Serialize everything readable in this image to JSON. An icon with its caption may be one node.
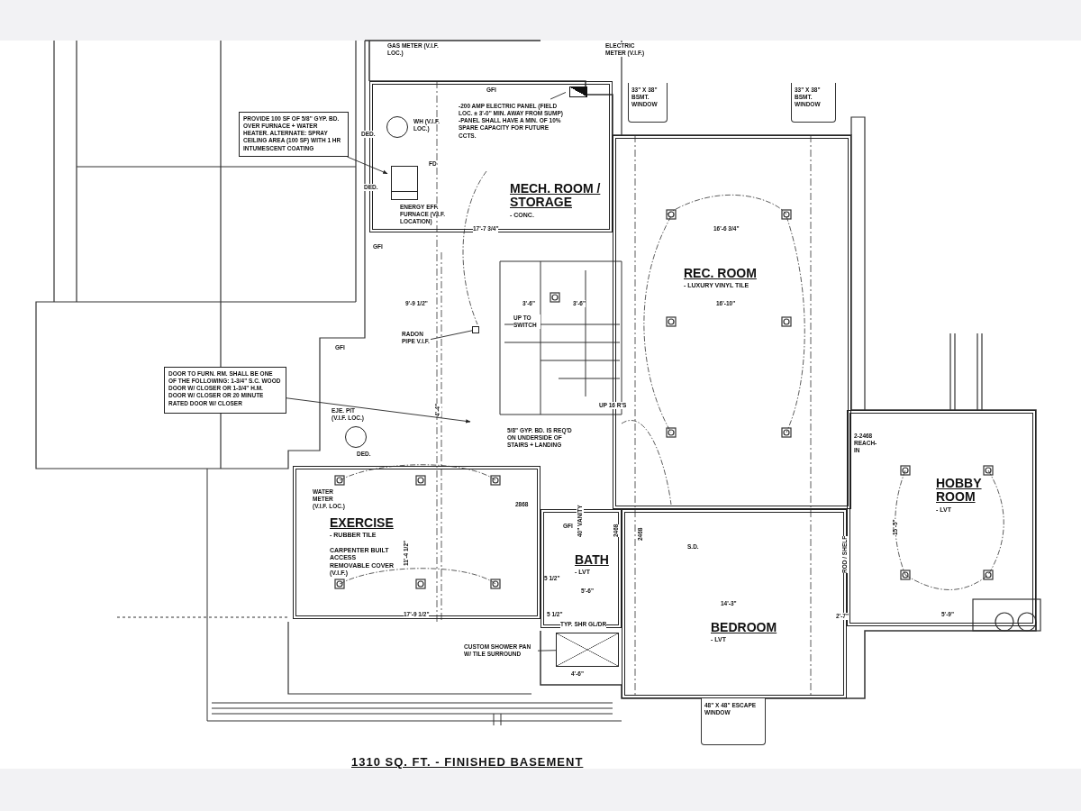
{
  "diagram": {
    "caption": "1310 SQ. FT. - FINISHED BASEMENT",
    "nodes": [
      {
        "text": [
          "MECH. ROOM / STORAGE",
          "- CONC."
        ]
      },
      {
        "text": [
          "REC. ROOM",
          "- LUXURY VINYL TILE"
        ]
      },
      {
        "text": [
          "EXERCISE",
          "- RUBBER TILE",
          "CARPENTER BUILT ACCESS REMOVABLE COVER (V.I.F.)"
        ]
      },
      {
        "text": [
          "BATH",
          "- LVT"
        ]
      },
      {
        "text": [
          "BEDROOM",
          "- LVT"
        ]
      },
      {
        "text": [
          "HOBBY ROOM",
          "- LVT"
        ]
      },
      {
        "text": [
          "PROVIDE 100 SF OF 5/8\" GYP. BD. OVER FURNACE + WATER HEATER. ALTERNATE: SPRAY CEILING AREA (100 SF) WITH 1 HR INTUMESCENT COATING"
        ]
      },
      {
        "text": [],
        "shape": "box",
        "in": 0,
        "beside": [
          "ENERGY EFF. FURNACE (V.I.F. LOCATION)"
        ]
      },
      {
        "text": [
          "DOOR TO FURN. RM. SHALL BE ONE OF THE FOLLOWING: 1-3/4\" S.C. WOOD DOOR W/ CLOSER OR 1-3/4\" H.M. DOOR W/ CLOSER OR 20 MINUTE RATED DOOR W/ CLOSER"
        ]
      },
      {
        "text": [
          "48\" X 48\" ESCAPE WINDOW"
        ]
      },
      {
        "text": [
          "33\" X 38\" BSMT. WINDOW"
        ]
      },
      {
        "text": [
          "33\" X 38\" BSMT. WINDOW"
        ]
      },
      {
        "text": [],
        "shape": "circle",
        "in": 0,
        "beside": [
          "WH (V.I.F. LOC.)"
        ]
      },
      {
        "text": [],
        "shape": "circle",
        "beside": [
          "EJE. PIT (V.I.F. LOC.)"
        ]
      },
      {
        "text": [],
        "shape": "box",
        "in": 0
      },
      {
        "text": [
          "-200 AMP ELECTRIC PANEL (FIELD LOC. ± 3'-0\" MIN. AWAY FROM SUMP) -PANEL SHALL HAVE A MIN. OF 10% SPARE CAPACITY FOR FUTURE CCTS."
        ],
        "in": 0
      },
      {
        "text": [
          "RADON PIPE V.I.F."
        ]
      },
      {
        "text": [],
        "shape": "box"
      },
      {
        "text": [
          "CUSTOM SHOWER PAN W/ TILE SURROUND"
        ]
      },
      {
        "text": [],
        "shape": "box",
        "beside": [
          "4'-6\""
        ]
      }
    ],
    "edges": [
      {
        "from": 6,
        "to": 7,
        "arrow": "to"
      },
      {
        "from": 8,
        "to": null,
        "arrow": "to"
      },
      {
        "from": 15,
        "to": 14,
        "arrow": "none"
      },
      {
        "from": 16,
        "to": 17,
        "arrow": "none"
      },
      {
        "from": 18,
        "to": 19,
        "arrow": "none"
      }
    ],
    "labels": [
      "GAS METER (V.I.F. LOC.)",
      "ELECTRIC METER (V.I.F.)",
      "GFI",
      "DED.",
      "DED.",
      "FD",
      "GFI",
      "17'-7 3/4\"",
      "16'-6 3/4\"",
      "9'-9 1/2\"",
      "3'-6\"",
      "3'-6\"",
      "16'-10\"",
      "UP TO SWITCH",
      "GFI",
      "4'-4\"",
      "5/8\" GYP. BD. IS REQ'D ON UNDERSIDE OF STAIRS + LANDING",
      "UP 16 R'S",
      "WATER METER (V.I.F. LOC.)",
      "2868",
      "40\" VANITY",
      "2468",
      "2468",
      "5 1/2\"",
      "5'-6\"",
      "17'-9 1/2\"",
      "5 1/2\"",
      "TYP. SHR GL/DR",
      "11'-4 1/2\"",
      "S.D.",
      "14'-3\"",
      "ROD / SHELF",
      "2-2468 REACH-IN",
      "15'-5\"",
      "5'-9\"",
      "2'-7\"",
      "GFI",
      "DED."
    ]
  }
}
